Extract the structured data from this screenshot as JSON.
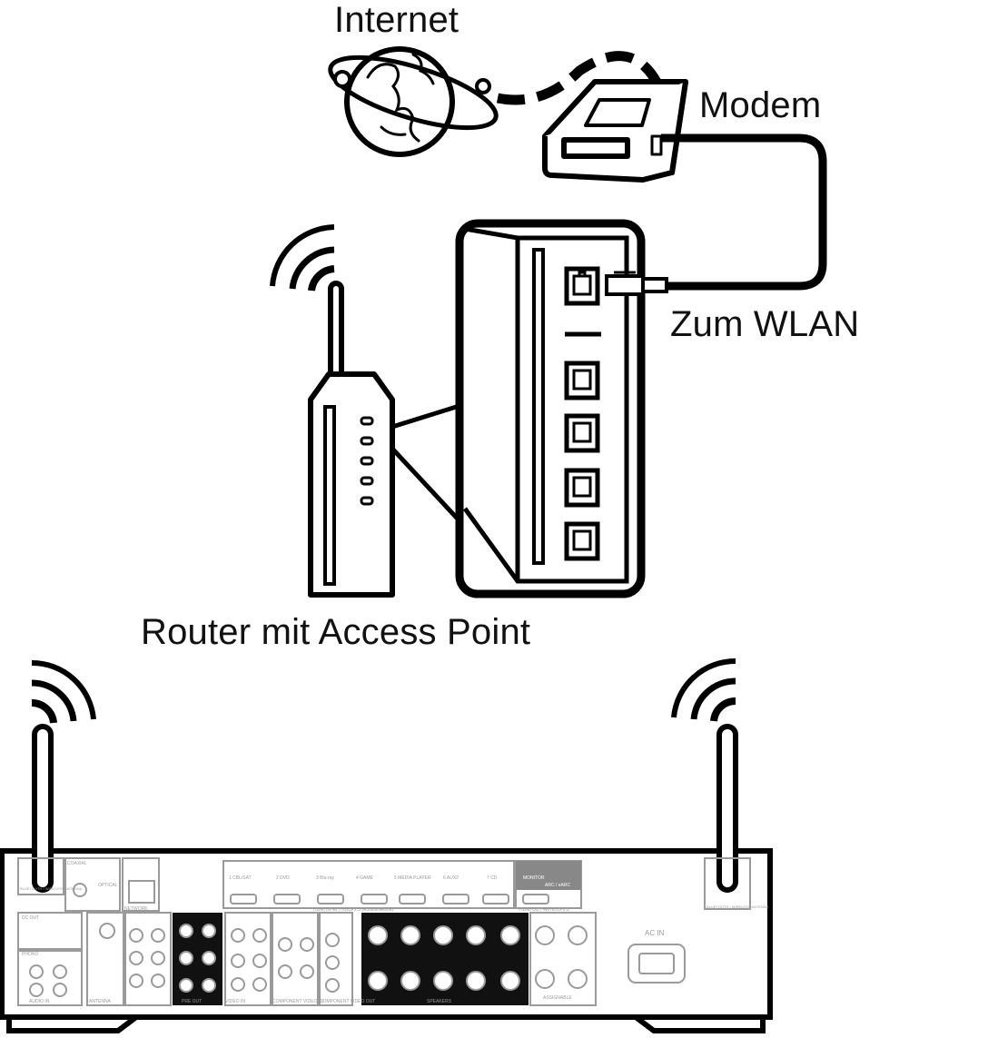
{
  "labels": {
    "internet": "Internet",
    "modem": "Modem",
    "zum_wlan": "Zum WLAN",
    "router": "Router mit Access Point"
  },
  "receiver_panel": {
    "coaxial": "COAXIAL",
    "optical": "OPTICAL",
    "network": "NETWORK",
    "dc_out": "DC OUT",
    "phono": "PHONO",
    "audio_in": "AUDIO IN",
    "antenna": "ANTENNA",
    "pre_out": "PRE OUT",
    "video_in": "VIDEO IN",
    "component_video_in": "COMPONENT VIDEO IN",
    "component_video_out": "COMPONENT VIDEO OUT",
    "speakers": "SPEAKERS",
    "assignable": "ASSIGNABLE",
    "ac_in": "AC IN",
    "monitor": "MONITOR",
    "arc": "ARC / eARC",
    "hdmi_in": "HDMI IN  4K / HDCP2.3 (ASSIGNABLE)",
    "hdmi_out": "HDMI OUT 4K/HDCP2.3",
    "hdmi_inputs": [
      "1 CBL/SAT",
      "2 DVD",
      "3 Blu-ray",
      "4 GAME",
      "5 MEDIA PLAYER",
      "6 AUX2",
      "7 CD"
    ],
    "bt_antenna": "BLUETOOTH / WIRELESS ANTENNA"
  }
}
